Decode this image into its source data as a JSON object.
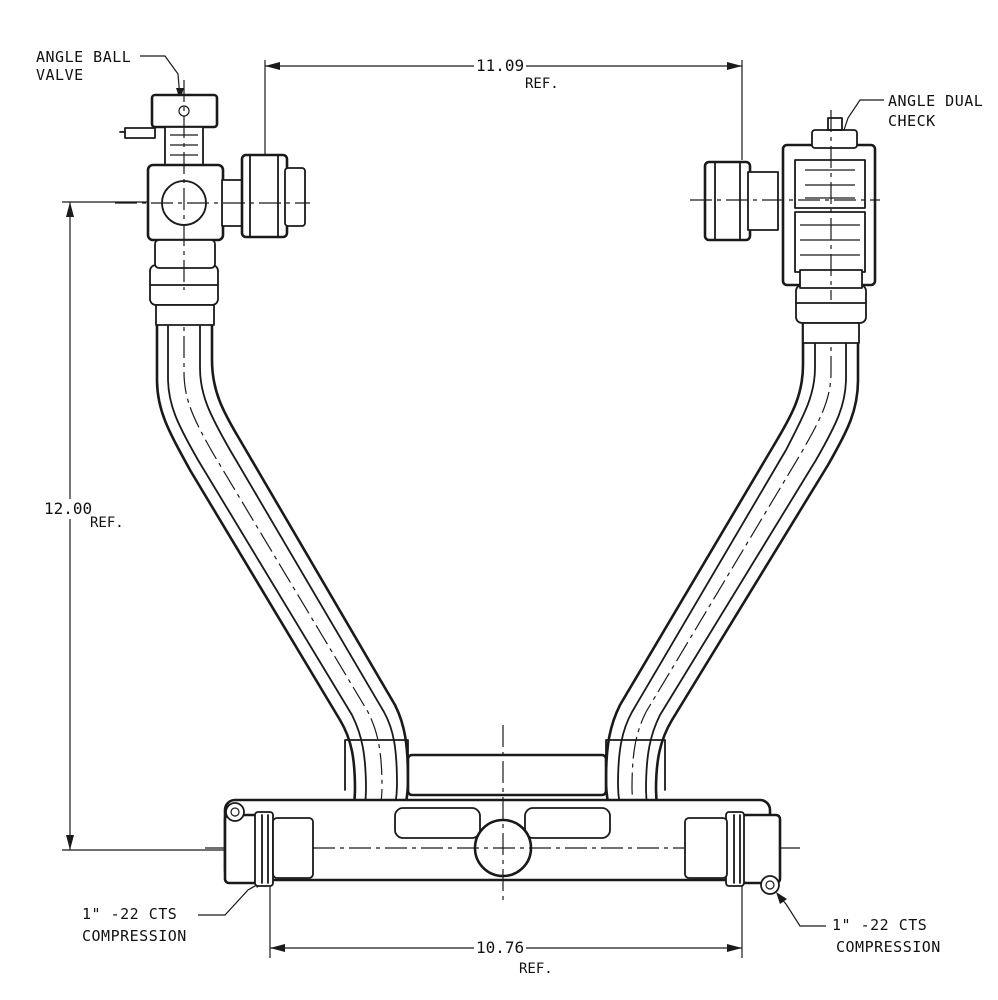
{
  "labels": {
    "angle_ball_valve_line1": "ANGLE BALL",
    "angle_ball_valve_line2": "VALVE",
    "angle_dual_check_line1": "ANGLE DUAL",
    "angle_dual_check_line2": "CHECK",
    "left_compression_line1": "1\" -22 CTS",
    "left_compression_line2": "COMPRESSION",
    "right_compression_line1": "1\" -22 CTS",
    "right_compression_line2": "COMPRESSION"
  },
  "dimensions": {
    "top_width": "11.09",
    "top_ref": "REF.",
    "height": "12.00",
    "height_ref": "REF.",
    "bottom_width": "10.76",
    "bottom_ref": "REF."
  }
}
